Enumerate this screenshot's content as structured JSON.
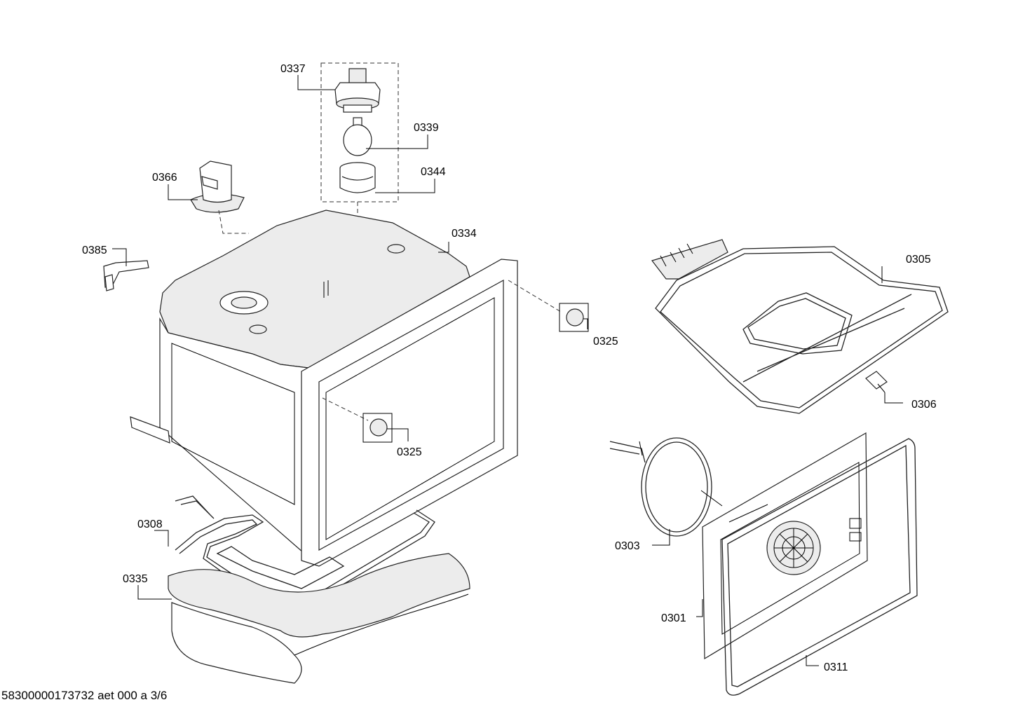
{
  "labels": {
    "l0337": "0337",
    "l0339": "0339",
    "l0344": "0344",
    "l0366": "0366",
    "l0334": "0334",
    "l0385": "0385",
    "l0325a": "0325",
    "l0325b": "0325",
    "l0305": "0305",
    "l0306": "0306",
    "l0308": "0308",
    "l0335": "0335",
    "l0303": "0303",
    "l0301": "0301",
    "l0311": "0311"
  },
  "footer": "58300000173732 aet 000 a 3/6"
}
